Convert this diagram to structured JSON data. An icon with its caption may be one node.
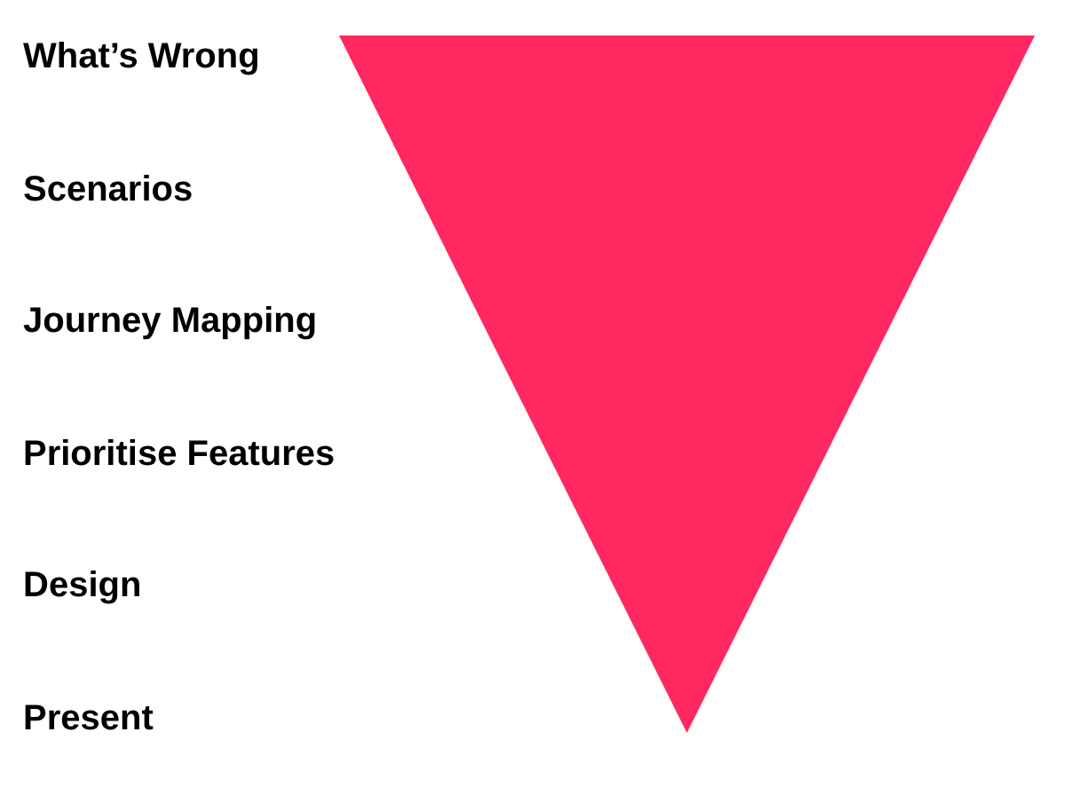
{
  "diagram": {
    "nodes": [
      {
        "text": [],
        "shape": "triangle"
      }
    ],
    "labels": [
      "What’s Wrong",
      "Scenarios",
      "Journey Mapping",
      "Prioritise Features",
      "Design",
      "Present"
    ]
  }
}
